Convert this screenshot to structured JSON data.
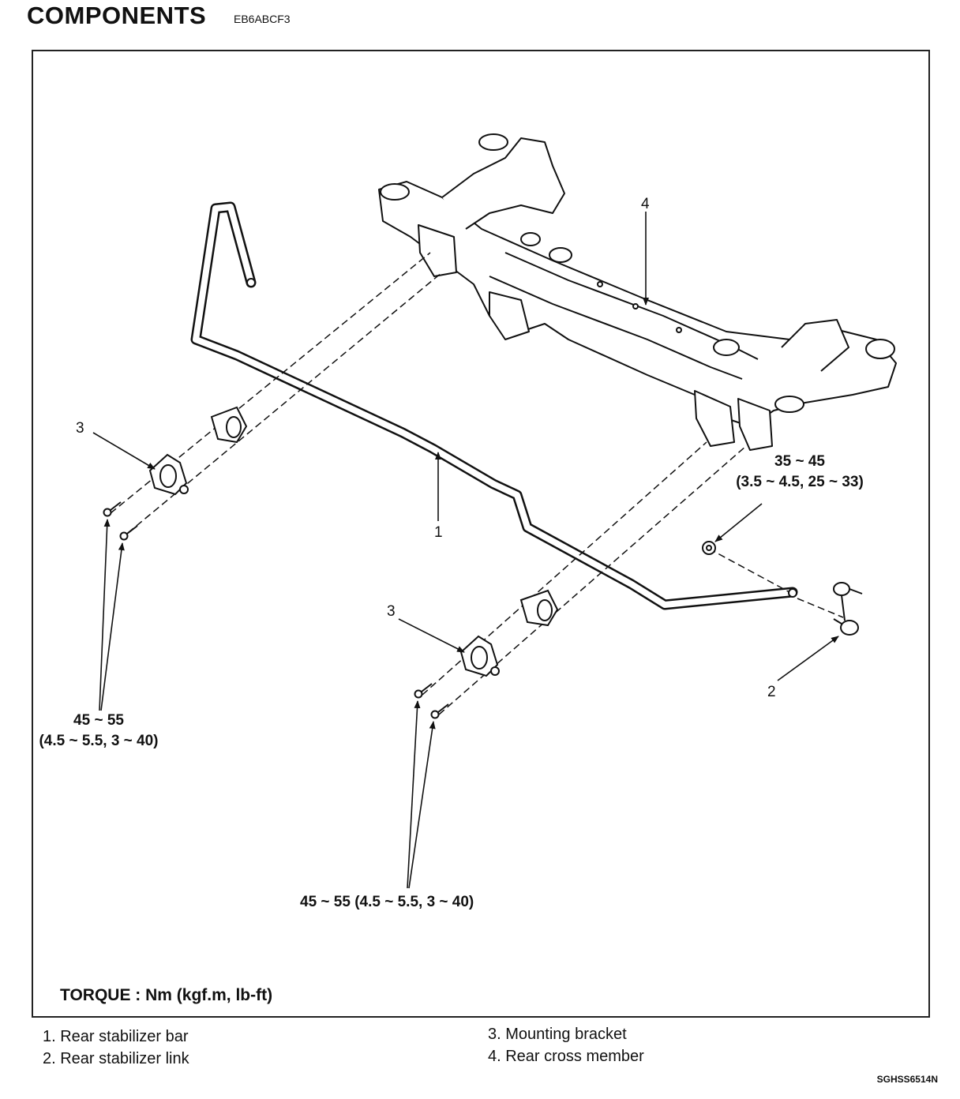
{
  "header": {
    "title": "COMPONENTS",
    "code": "EB6ABCF3"
  },
  "callouts": {
    "c1": "1",
    "c2": "2",
    "c3_left": "3",
    "c3_right": "3",
    "c4": "4"
  },
  "torques": {
    "left_nm": "45 ~ 55",
    "left_detail": "(4.5 ~ 5.5, 3 ~ 40)",
    "bottom": "45 ~ 55 (4.5 ~ 5.5, 3 ~ 40)",
    "link_nm": "35 ~ 45",
    "link_detail": "(3.5 ~ 4.5, 25 ~ 33)"
  },
  "torque_unit": "TORQUE : Nm (kgf.m, lb-ft)",
  "legend": [
    "1. Rear stabilizer bar",
    "2. Rear stabilizer link",
    "3. Mounting bracket",
    "4. Rear cross member"
  ],
  "figure_ref": "SGHSS6514N"
}
